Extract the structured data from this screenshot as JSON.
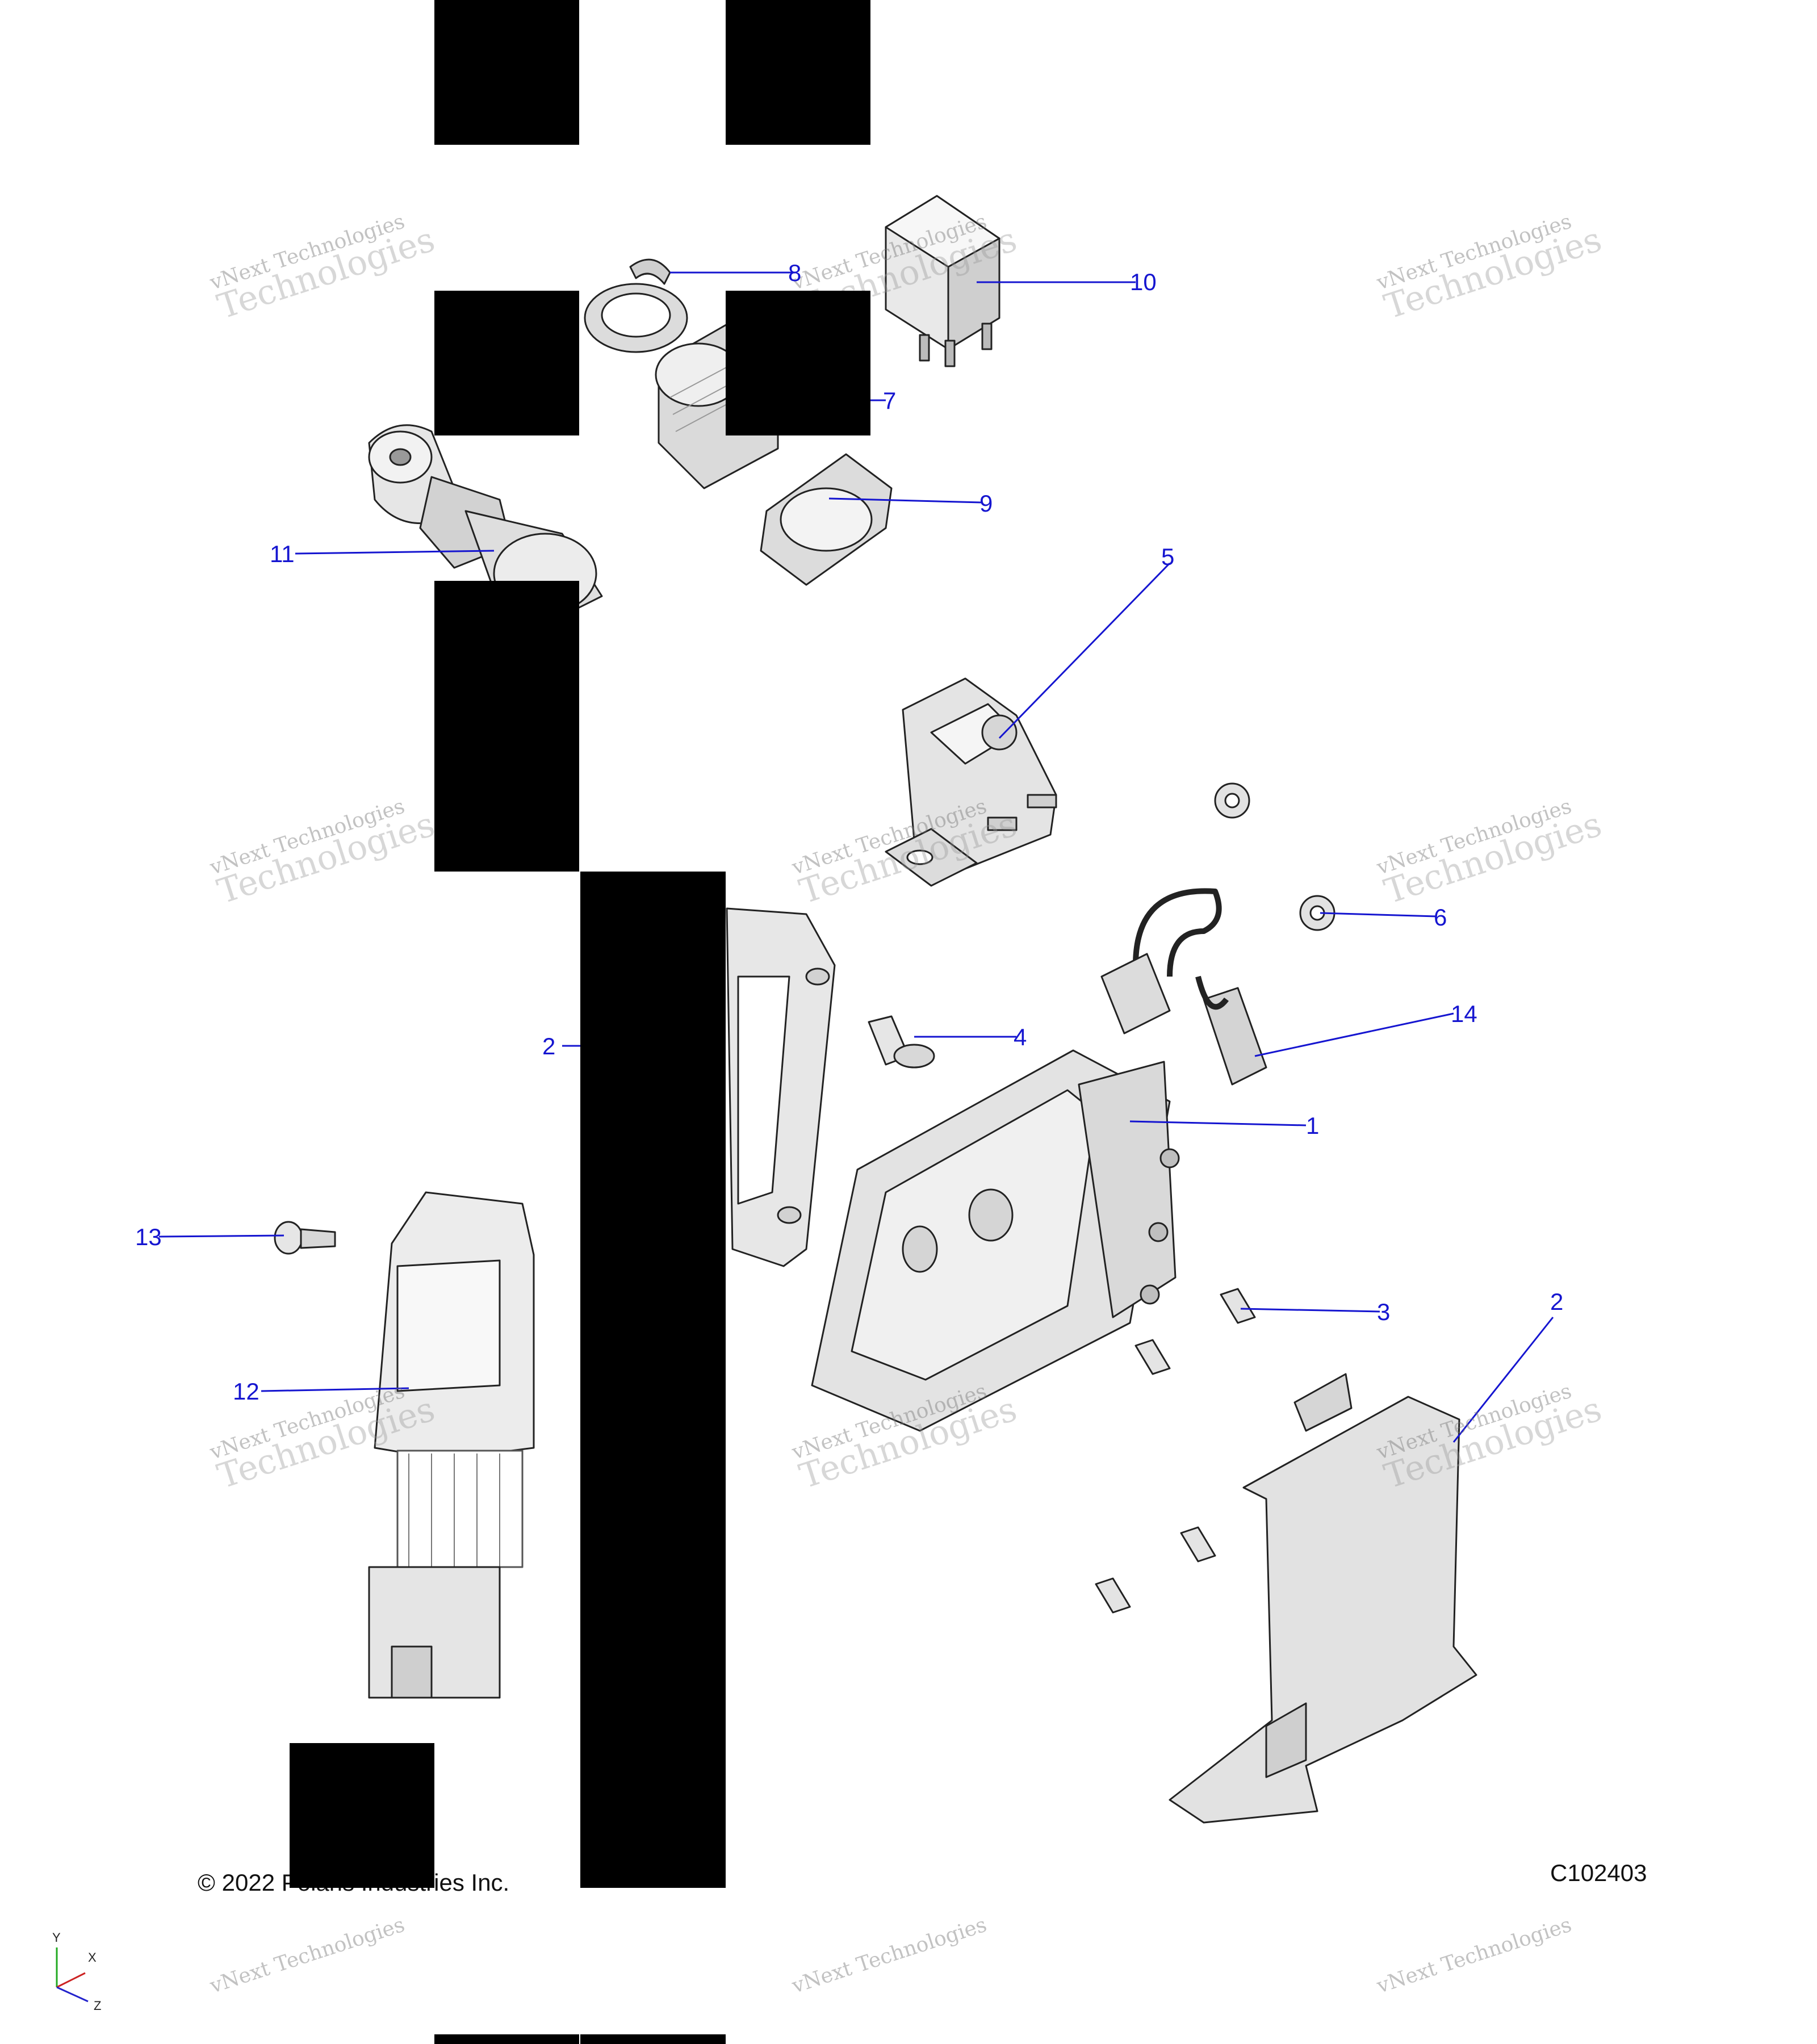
{
  "callouts": [
    {
      "id": "1",
      "label": "1"
    },
    {
      "id": "2a",
      "label": "2"
    },
    {
      "id": "2b",
      "label": "2"
    },
    {
      "id": "3",
      "label": "3"
    },
    {
      "id": "4",
      "label": "4"
    },
    {
      "id": "5",
      "label": "5"
    },
    {
      "id": "6",
      "label": "6"
    },
    {
      "id": "7",
      "label": "7"
    },
    {
      "id": "8",
      "label": "8"
    },
    {
      "id": "9",
      "label": "9"
    },
    {
      "id": "10",
      "label": "10"
    },
    {
      "id": "11",
      "label": "11"
    },
    {
      "id": "12",
      "label": "12"
    },
    {
      "id": "13",
      "label": "13"
    },
    {
      "id": "14",
      "label": "14"
    }
  ],
  "copyright": "© 2022 Polaris Industries Inc.",
  "drawing_number": "C102403",
  "watermark": {
    "line1": "vNext Technologies",
    "line2": "Technologies"
  },
  "axis_labels": {
    "y": "Y",
    "x": "X",
    "z": "Z"
  },
  "colors": {
    "callout": "#1515d0",
    "part_fill": "#e9e9e9",
    "part_shade": "#c9c9c9",
    "outline": "#222222",
    "redaction": "#000000"
  }
}
